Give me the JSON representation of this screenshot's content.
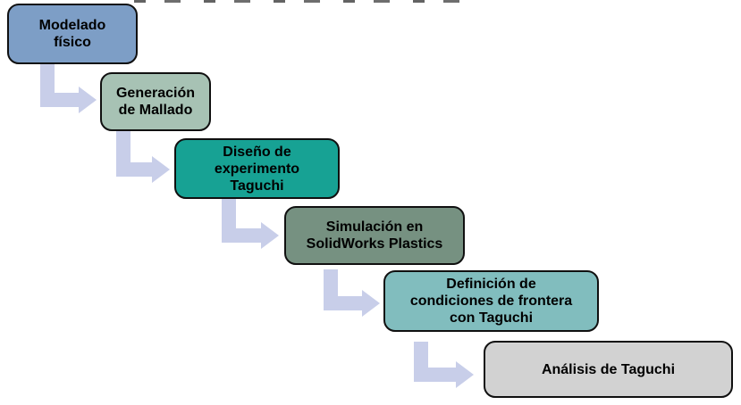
{
  "diagram": {
    "type": "staircase-flowchart",
    "language": "es",
    "colors": {
      "background": "#ffffff",
      "border": "#101010",
      "arrow": "#c8cee9",
      "text": "#000000"
    },
    "steps": [
      {
        "order": 1,
        "label": "Modelado físico",
        "lines": [
          "Modelado",
          "físico"
        ],
        "fill": "#7d9ec6"
      },
      {
        "order": 2,
        "label": "Generación de Mallado",
        "lines": [
          "Generación",
          "de Mallado"
        ],
        "fill": "#a7c2b4"
      },
      {
        "order": 3,
        "label": "Diseño de experimento Taguchi",
        "lines": [
          "Diseño de",
          "experimento",
          "Taguchi"
        ],
        "fill": "#17a294"
      },
      {
        "order": 4,
        "label": "Simulación en SolidWorks Plastics",
        "lines": [
          "Simulación en",
          "SolidWorks Plastics"
        ],
        "fill": "#769181"
      },
      {
        "order": 5,
        "label": "Definición de condiciones de frontera con Taguchi",
        "lines": [
          "Definición de",
          "condiciones de frontera",
          "con Taguchi"
        ],
        "fill": "#81bdbe"
      },
      {
        "order": 6,
        "label": "Análisis de Taguchi",
        "lines": [
          "Análisis de Taguchi"
        ],
        "fill": "#d2d2d2"
      }
    ]
  }
}
